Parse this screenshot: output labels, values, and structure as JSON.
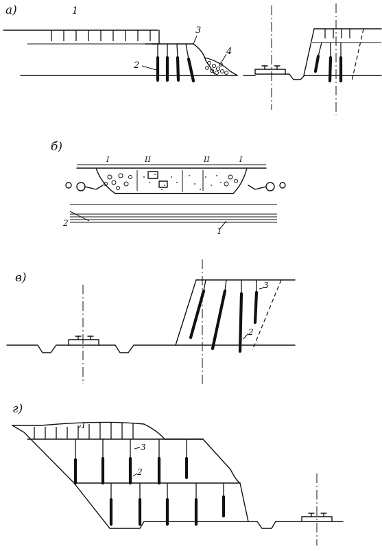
{
  "panels": [
    {
      "id": "a",
      "label": "а)",
      "callouts": [
        "1",
        "2",
        "3",
        "4"
      ]
    },
    {
      "id": "b",
      "label": "б)",
      "callouts": [
        "I",
        "II",
        "II",
        "I",
        "2",
        "1"
      ]
    },
    {
      "id": "v",
      "label": "в)",
      "callouts": [
        "3",
        "2"
      ]
    },
    {
      "id": "g",
      "label": "г)",
      "callouts": [
        "1",
        "3",
        "2"
      ]
    }
  ]
}
